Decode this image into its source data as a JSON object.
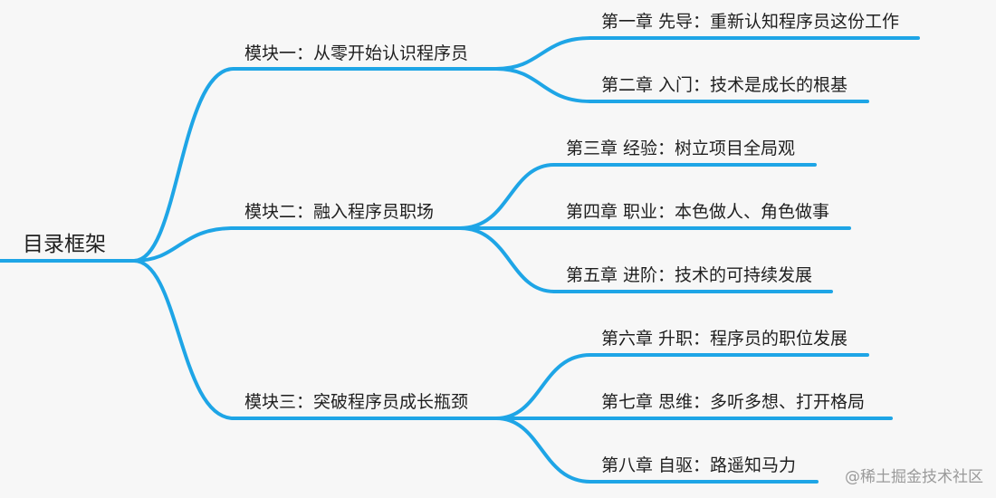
{
  "root": "目录框架",
  "branch_color": "#1ea5e6",
  "modules": [
    {
      "label": "模块一：从零开始认识程序员",
      "chapters": [
        "第一章 先导：重新认知程序员这份工作",
        "第二章 入门：技术是成长的根基"
      ]
    },
    {
      "label": "模块二：融入程序员职场",
      "chapters": [
        "第三章 经验：树立项目全局观",
        "第四章 职业：本色做人、角色做事",
        "第五章 进阶：技术的可持续发展"
      ]
    },
    {
      "label": "模块三：突破程序员成长瓶颈",
      "chapters": [
        "第六章 升职：程序员的职位发展",
        "第七章 思维：多听多想、打开格局",
        "第八章 自驱：路遥知马力"
      ]
    }
  ],
  "watermark": "@稀土掘金技术社区"
}
